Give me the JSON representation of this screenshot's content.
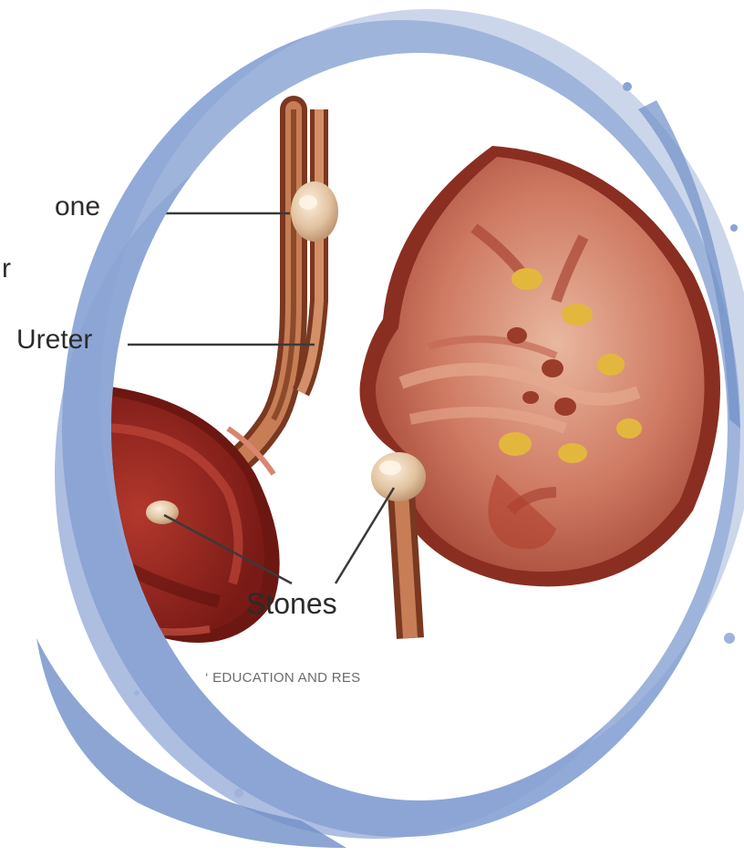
{
  "labels": {
    "stone_partial": "one",
    "r_partial": "r",
    "ureter": "Ureter",
    "stones": "Stones"
  },
  "credit": "‘ EDUCATION AND RES",
  "colors": {
    "frame_blue": "#6f8fc8",
    "frame_blue_light": "#aab9dc",
    "bladder_red": "#9c2a22",
    "kidney_pink": "#cf7a63",
    "stone_beige": "#e7cbaa",
    "calyx_yellow": "#e3b73e",
    "label_gray": "#2b2b2b"
  }
}
